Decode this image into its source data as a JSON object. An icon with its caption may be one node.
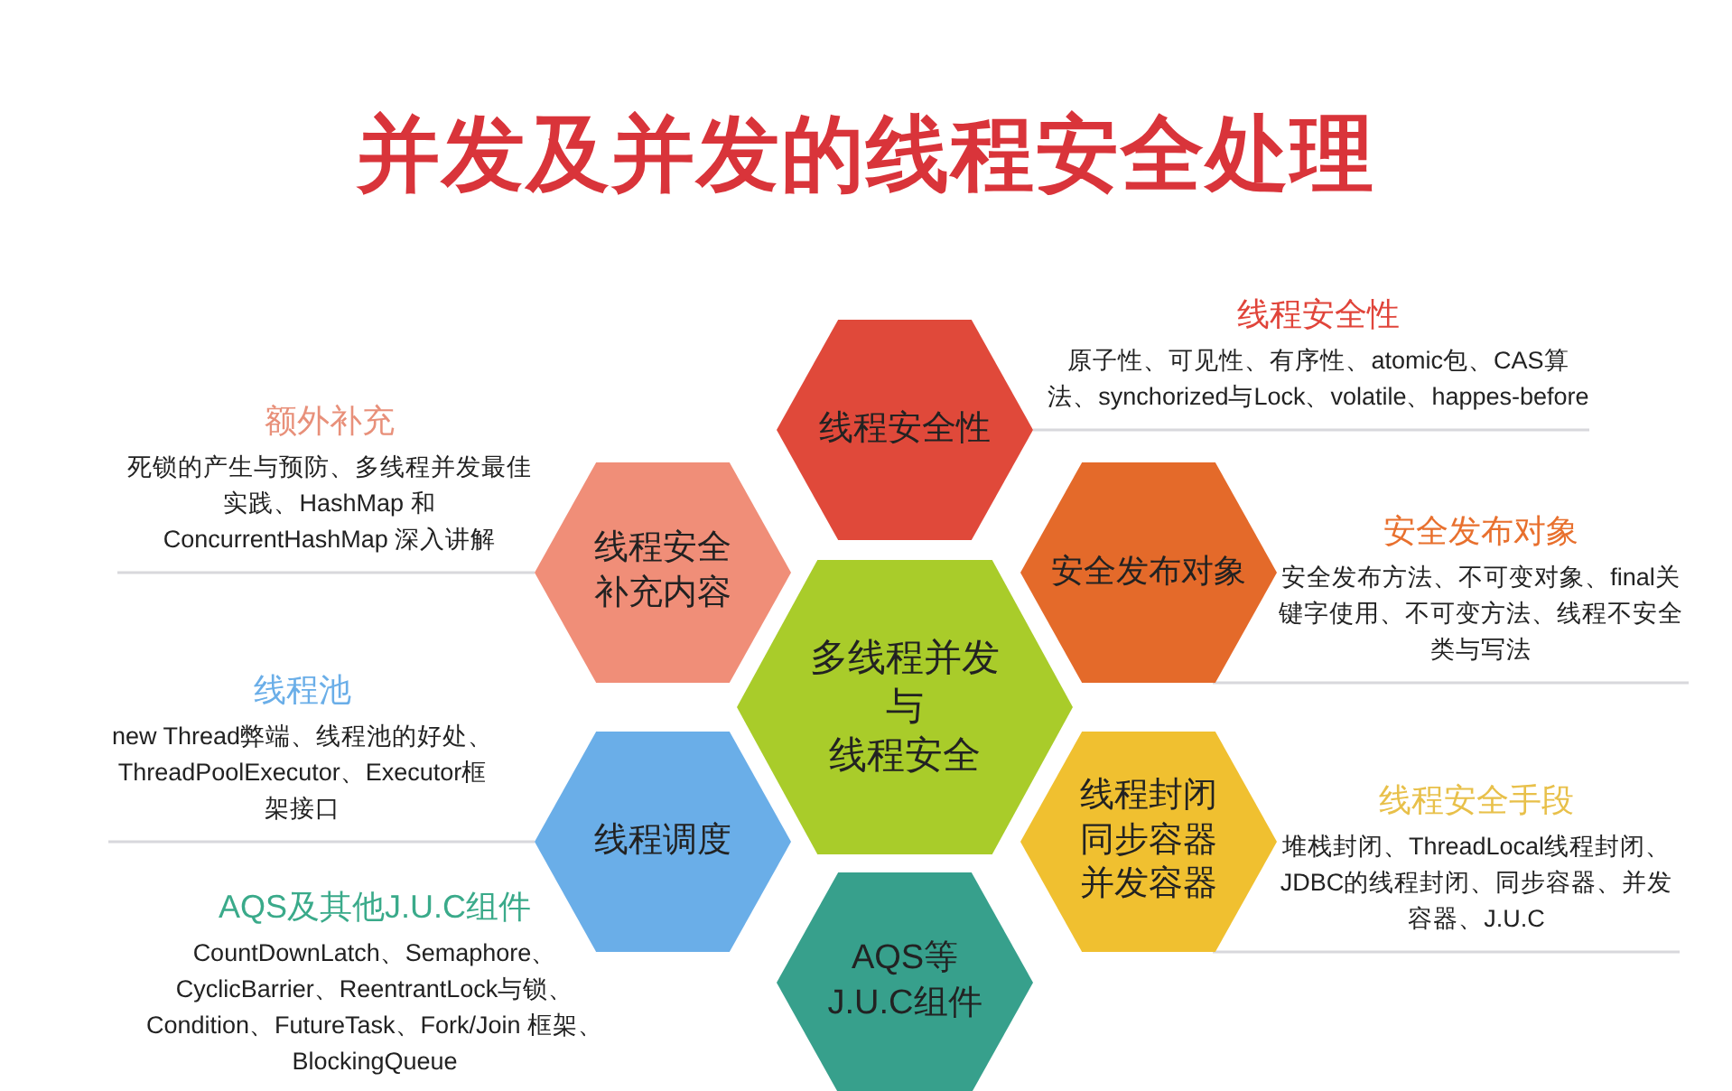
{
  "diagram": {
    "title": "并发及并发的线程安全处理",
    "nodes": [
      {
        "text": [
          "线程安全性"
        ]
      },
      {
        "text": [
          "线程安全性",
          "原子性、可见性、有序性、atomic包、CAS算法、synchorized与Lock、volatile、happes-before"
        ]
      },
      {
        "text": [
          "额外补充",
          "死锁的产生与预防、多线程并发最佳实践、HashMap 和 ConcurrentHashMap 深入讲解"
        ]
      },
      {
        "text": [
          "线程安全补充内容"
        ]
      },
      {
        "text": [
          "安全发布对象"
        ]
      },
      {
        "text": [
          "安全发布对象",
          "安全发布方法、不可变对象、final关键字使用、不可变方法、线程不安全类与写法"
        ]
      },
      {
        "text": [
          "多线程并发",
          "与",
          "线程安全"
        ]
      },
      {
        "text": [
          "线程池",
          "new Thread弊端、线程池的好处、ThreadPoolExecutor、Executor框架接口"
        ]
      },
      {
        "text": [
          "线程调度"
        ]
      },
      {
        "text": [
          "线程封闭",
          "同步容器",
          "并发容器"
        ]
      },
      {
        "text": [
          "线程安全手段",
          "堆栈封闭、ThreadLocal线程封闭、JDBC的线程封闭、同步容器、并发容器、J.U.C"
        ]
      },
      {
        "text": [
          "AQS及其他J.U.C组件",
          "CountDownLatch、Semaphore、CyclicBarrier、ReentrantLock与锁、Condition、FutureTask、Fork/Join 框架、BlockingQueue"
        ]
      },
      {
        "text": [
          "AQS等",
          "J.U.C组件"
        ]
      }
    ],
    "edges": [
      {
        "from": 0,
        "to": 1,
        "arrow": "none"
      },
      {
        "from": 3,
        "to": 2,
        "arrow": "none"
      },
      {
        "from": 4,
        "to": 5,
        "arrow": "none"
      },
      {
        "from": 8,
        "to": 7,
        "arrow": "none"
      },
      {
        "from": 9,
        "to": 10,
        "arrow": "none"
      }
    ]
  }
}
